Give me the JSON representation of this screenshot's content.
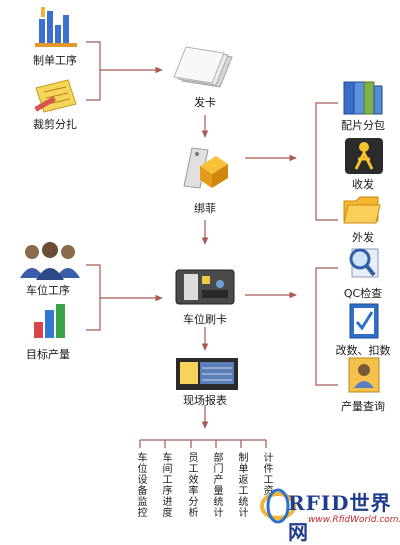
{
  "nodes": {
    "order_process": "制单工序",
    "cutting": "裁剪分扎",
    "card_issue": "发卡",
    "binding": "绑菲",
    "parts_distribution": "配片分包",
    "receiving": "收发",
    "outsourcing": "外发",
    "station_process": "车位工序",
    "target_output": "目标产量",
    "station_card": "车位刷卡",
    "qc_check": "QC检查",
    "count_fix": "改数、扣数",
    "output_query": "产量查询",
    "site_report": "现场报表"
  },
  "reports": [
    "车位设备监控",
    "车间工序进度",
    "员工效率分析",
    "部门产量统计",
    "制单返工统计",
    "计件工资"
  ],
  "logo": {
    "main": "RFID世界网",
    "sub": "www.RfidWorld.com.cn"
  }
}
